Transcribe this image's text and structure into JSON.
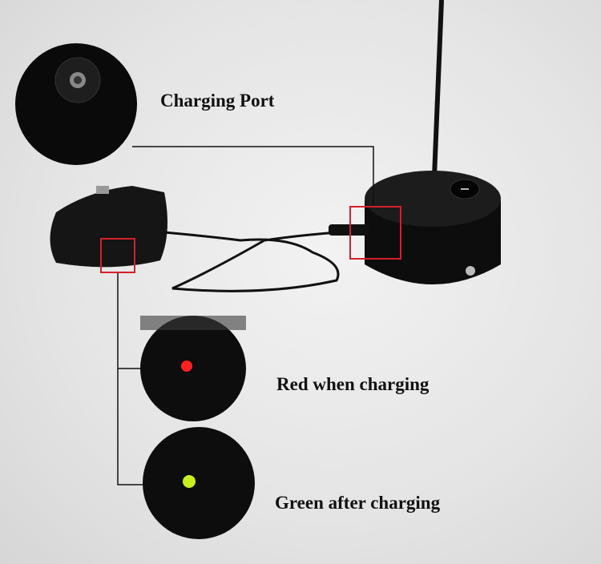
{
  "callouts": {
    "port": "Charging Port",
    "red": "Red when charging",
    "green": "Green after charging"
  },
  "colors": {
    "highlight": "#d4202a",
    "led_red": "#ff2020",
    "led_green": "#c8f020"
  }
}
